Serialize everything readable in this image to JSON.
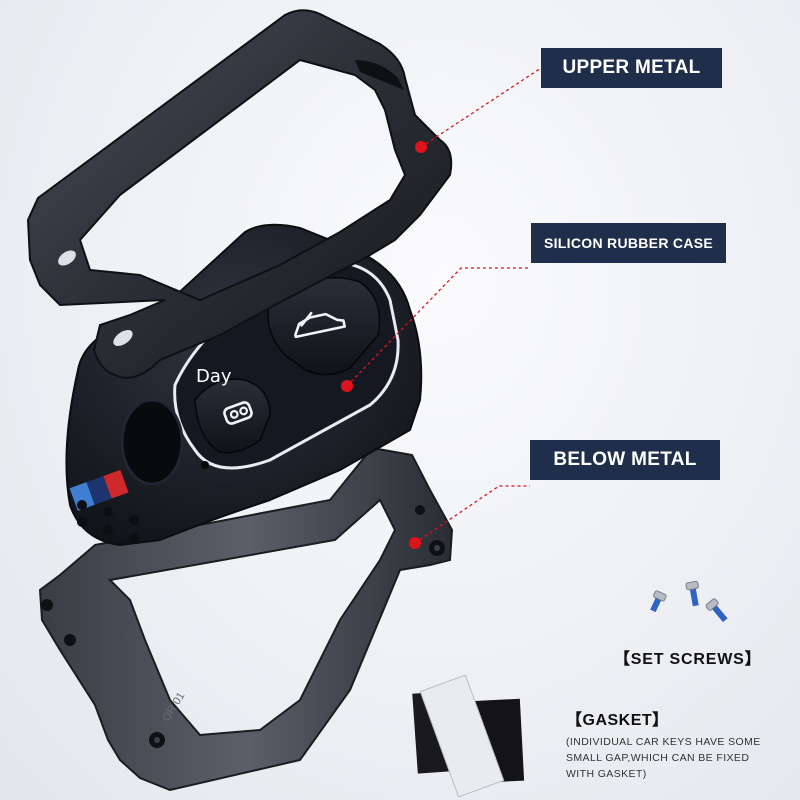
{
  "labels": {
    "upper_metal": "UPPER METAL",
    "silicon_case": "SILICON RUBBER CASE",
    "below_metal": "BELOW METAL"
  },
  "set_screws": "【SET SCREWS】",
  "gasket": {
    "title": "【GASKET】",
    "description": "(INDIVIDUAL CAR KEYS HAVE SOME SMALL GAP,WHICH CAN BE FIXED WITH GASKET)"
  },
  "product_text": "Day",
  "engraving": "OR 01",
  "colors": {
    "label_bg": "#1f2f4b",
    "leader_dot": "#e0121b",
    "metal": "#2c2f36",
    "rubber": "#1c1f29",
    "stripe_blue": "#3f7ed0",
    "stripe_navy": "#1e3470",
    "stripe_red": "#d0292b"
  },
  "icons": [
    "trunk-icon",
    "lock-icon"
  ]
}
